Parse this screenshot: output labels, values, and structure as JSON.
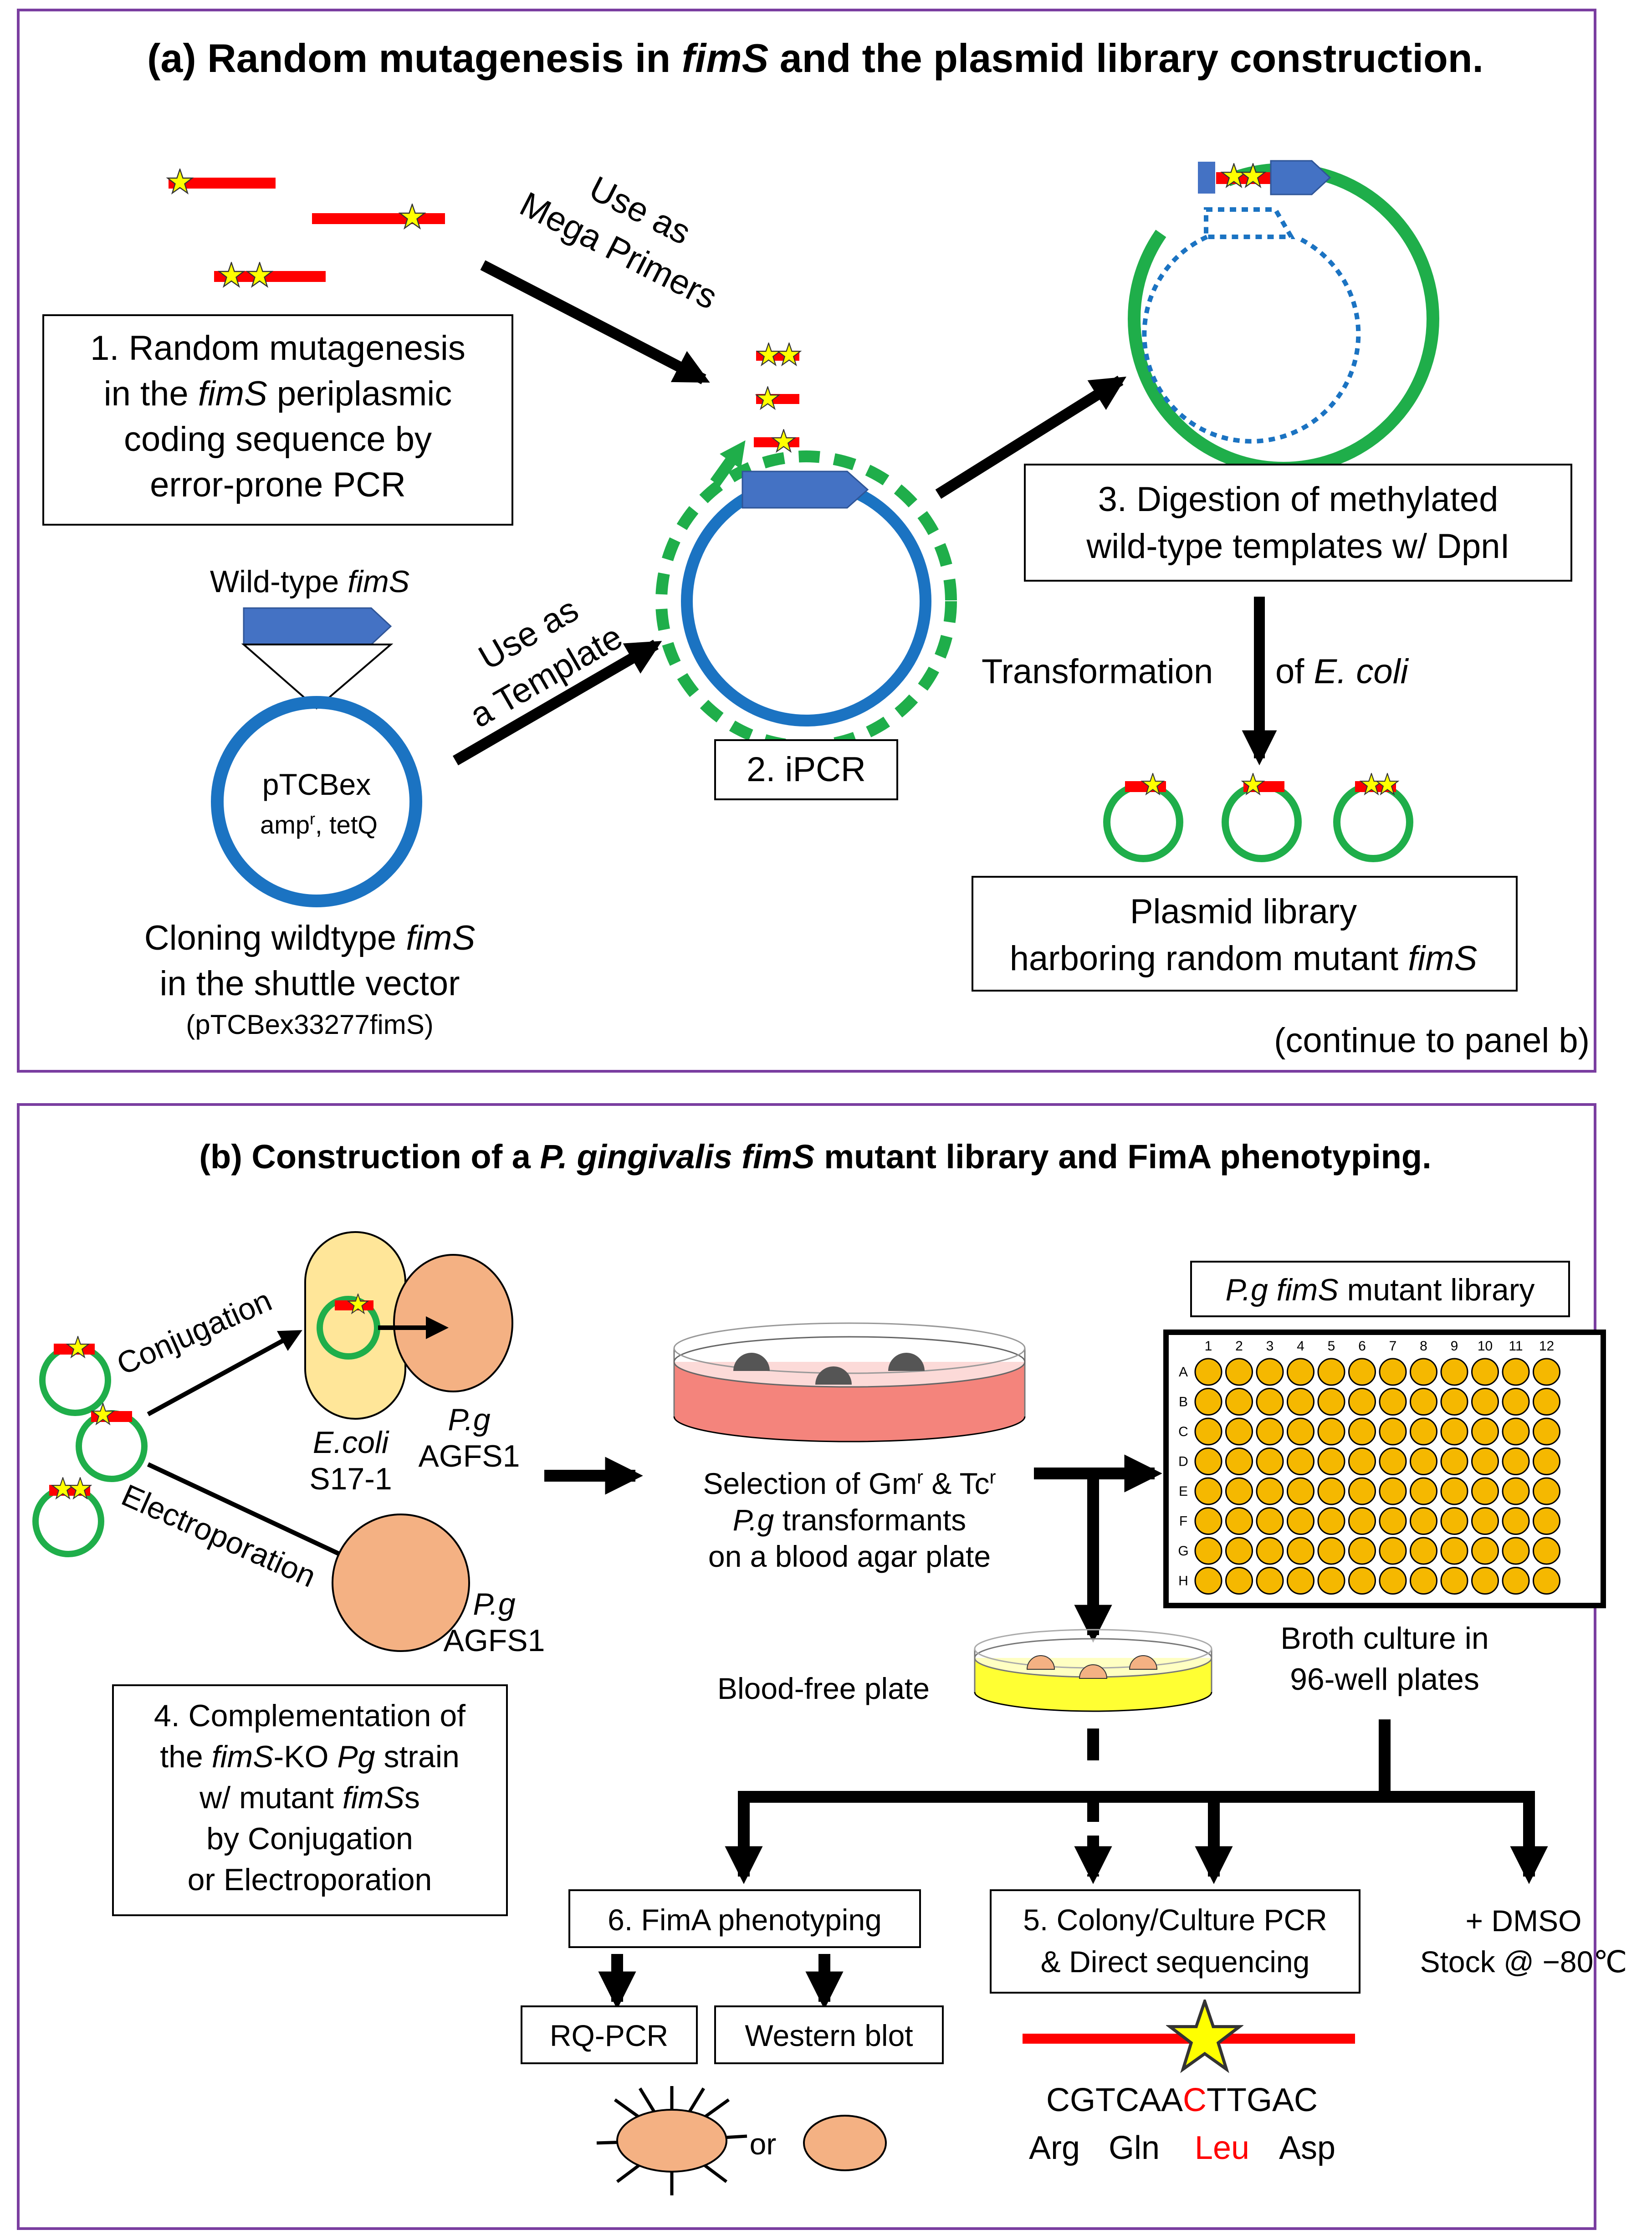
{
  "colors": {
    "panel_border": "#7a3ea0",
    "plasmid_blue": "#1b73c2",
    "plasmid_green": "#1fae4a",
    "gene_blue": "#4472c4",
    "mutant_red": "#ff0000",
    "star_yellow": "#ffff00",
    "ecoli_yellow": "#ffe699",
    "pg_orange": "#f4b183",
    "plate_red": "#f4847c",
    "well_yellow": "#f5b800",
    "plate_yellow": "#ffff33"
  },
  "panel_a": {
    "title_prefix": "(a) Random mutagenesis in ",
    "title_gene": "fimS",
    "title_suffix": " and the plasmid library  construction.",
    "step1": {
      "line1": "1. Random mutagenesis",
      "line2_pre": "in the ",
      "line2_gene": "fimS",
      "line2_post": " periplasmic",
      "line3": "coding sequence by",
      "line4": "error-prone PCR"
    },
    "arrow_megaprimer": {
      "line1": "Use as",
      "line2": "Mega Primers"
    },
    "arrow_template": {
      "line1": "Use as",
      "line2": "a Template"
    },
    "wildtype_label_pre": "Wild-type ",
    "wildtype_label_gene": "fimS",
    "vector": {
      "name": "pTCBex",
      "markers_pre": "amp",
      "markers_sup": "r",
      "markers_post": ", tetQ"
    },
    "cloning": {
      "line1_pre": "Cloning wildtype ",
      "line1_gene": "fimS",
      "line2": "in the shuttle vector",
      "line3": "(pTCBex33277fimS)"
    },
    "step2": "2. iPCR",
    "step3": {
      "line1": "3. Digestion of methylated",
      "line2": "wild-type templates w/ DpnI"
    },
    "transformation_pre": "Transformation",
    "transformation_of": "of ",
    "transformation_species": "E. coli",
    "library": {
      "line1": "Plasmid library",
      "line2_pre": "harboring random mutant ",
      "line2_gene": "fimS"
    },
    "continue_note": "(continue to panel b)"
  },
  "panel_b": {
    "title_pre": "(b) Construction  of a ",
    "title_species": "P. gingivalis fimS",
    "title_post": " mutant library  and FimA phenotyping.",
    "conjugation": "Conjugation",
    "electroporation": "Electroporation",
    "ecoli_name": "E.coli",
    "ecoli_strain": "S17-1",
    "pg_name": "P.g",
    "pg_strain": "AGFS1",
    "step4": {
      "line1": "4. Complementation of",
      "line2_pre": "the ",
      "line2_gene": "fimS",
      "line2_mid": "-KO ",
      "line2_sp": "Pg",
      "line2_post": " strain",
      "line3_pre": "w/ mutant ",
      "line3_gene": "fimS",
      "line3_post": "s",
      "line4": "by Conjugation",
      "line5": "or Electroporation"
    },
    "selection": {
      "line1_pre": "Selection of Gm",
      "line1_sup1": "r",
      "line1_mid": " & Tc",
      "line1_sup2": "r",
      "line2_sp": "P.g",
      "line2_post": " transformants",
      "line3": "on a blood agar plate"
    },
    "library_label_sp": "P.g fimS",
    "library_label_post": " mutant library",
    "plate_columns": [
      "1",
      "2",
      "3",
      "4",
      "5",
      "6",
      "7",
      "8",
      "9",
      "10",
      "11",
      "12"
    ],
    "plate_rows": [
      "A",
      "B",
      "C",
      "D",
      "E",
      "F",
      "G",
      "H"
    ],
    "broth": {
      "line1": "Broth culture in",
      "line2": "96-well plates"
    },
    "blood_free": "Blood-free plate",
    "step6": "6. FimA phenotyping",
    "rqpcr": "RQ-PCR",
    "western": "Western blot",
    "or_label": "or",
    "step5": {
      "line1": "5. Colony/Culture PCR",
      "line2": "& Direct sequencing"
    },
    "dmso": {
      "line1": "+ DMSO",
      "line2": "Stock @ −80℃"
    },
    "sequence": {
      "pre": "CGTCAA",
      "mut": "C",
      "post": "TTGAC"
    },
    "amino": {
      "a1": "Arg",
      "a2": "Gln",
      "a3": "Leu",
      "a4": "Asp"
    }
  }
}
